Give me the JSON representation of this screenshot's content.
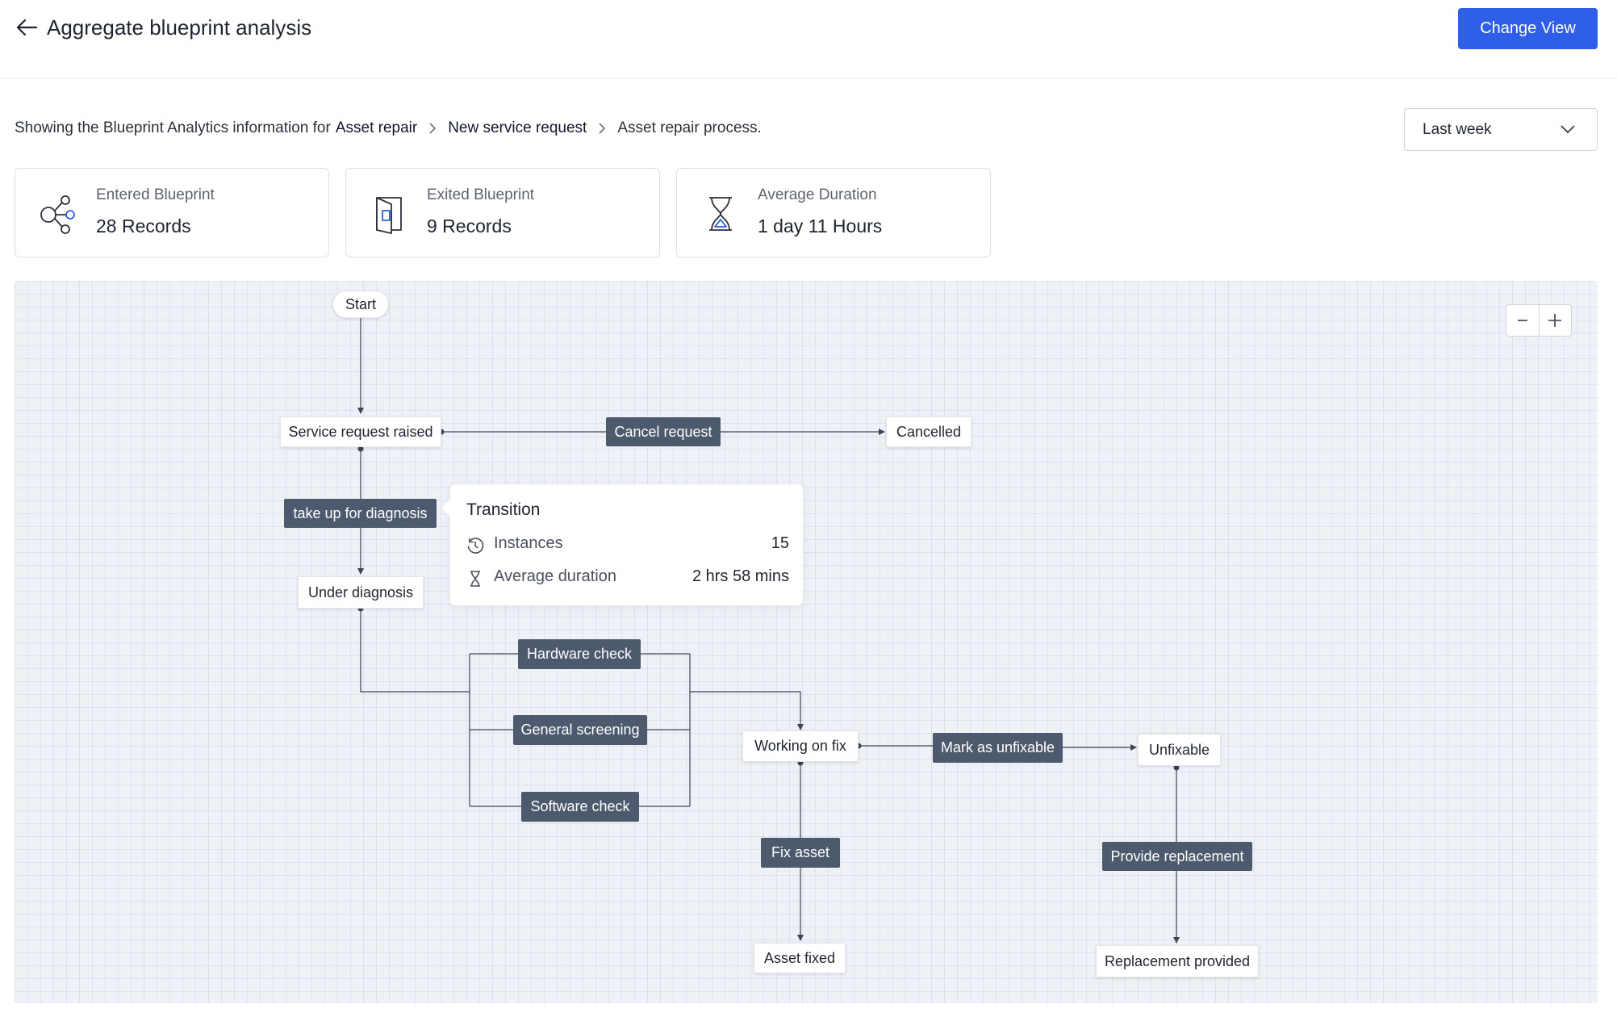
{
  "header": {
    "title": "Aggregate blueprint analysis",
    "change_view_label": "Change View",
    "icons": {
      "back": "arrow-left-icon"
    }
  },
  "breadcrumb": {
    "prefix": "Showing the Blueprint Analytics information for",
    "module": "Asset repair",
    "layout": "New service request",
    "process": "Asset repair process."
  },
  "period_select": {
    "selected": "Last week"
  },
  "stats": [
    {
      "label": "Entered Blueprint",
      "value": "28 Records",
      "icon": "share-nodes-icon"
    },
    {
      "label": "Exited Blueprint",
      "value": "9 Records",
      "icon": "exit-door-icon"
    },
    {
      "label": "Average Duration",
      "value": "1 day 11 Hours",
      "icon": "hourglass-icon"
    }
  ],
  "flow": {
    "states": {
      "start": "Start",
      "service_request_raised": "Service request raised",
      "cancelled": "Cancelled",
      "under_diagnosis": "Under diagnosis",
      "working_on_fix": "Working on fix",
      "unfixable": "Unfixable",
      "asset_fixed": "Asset fixed",
      "replacement_provided": "Replacement provided"
    },
    "transitions": {
      "cancel_request": "Cancel request",
      "take_up_for_diagnosis": "take up for diagnosis",
      "hardware_check": "Hardware check",
      "general_screening": "General screening",
      "software_check": "Software check",
      "mark_as_unfixable": "Mark as unfixable",
      "fix_asset": "Fix asset",
      "provide_replacement": "Provide replacement"
    }
  },
  "tooltip": {
    "title": "Transition",
    "instances_label": "Instances",
    "instances_value": "15",
    "duration_label": "Average duration",
    "duration_value": "2 hrs 58 mins"
  },
  "zoom": {
    "out_icon": "minus-icon",
    "in_icon": "plus-icon"
  },
  "colors": {
    "primary": "#2f5ee8",
    "transition_node": "#4d5a6e",
    "canvas_bg": "#eef2f7",
    "connector": "#3d4553"
  }
}
